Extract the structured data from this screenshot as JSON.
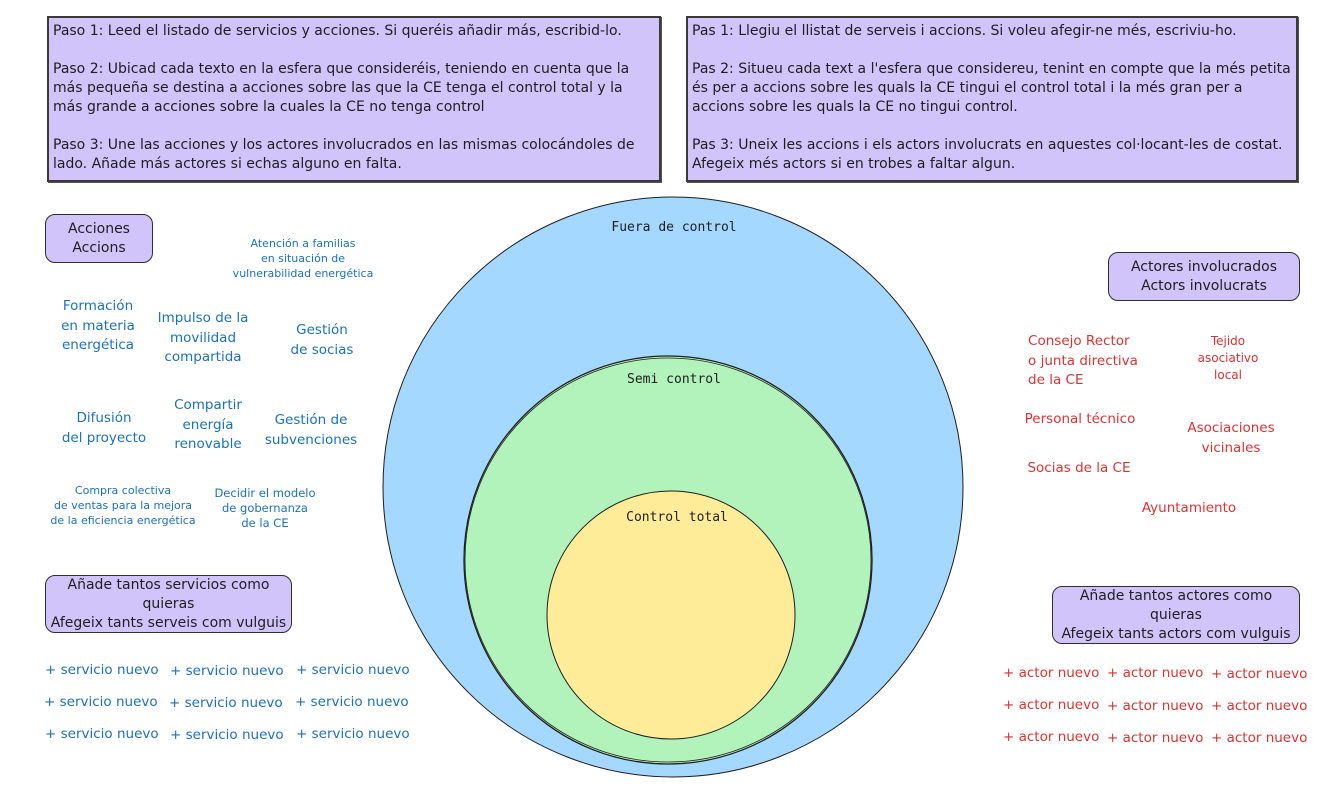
{
  "instructions": {
    "es": {
      "paso1": "Paso 1: Leed el listado de servicios y acciones. Si queréis añadir más, escribid-lo.",
      "paso2": "Paso 2: Ubicad cada texto en la esfera que consideréis, teniendo en cuenta que la más pequeña se destina a acciones sobre las que la CE tenga el control total y la más grande a acciones sobre la cuales la CE no tenga control",
      "paso3": "Paso 3: Une las acciones y los actores involucrados en las mismas colocándoles de lado. Añade más actores si echas alguno en falta."
    },
    "ca": {
      "pas1": "Pas 1: Llegiu el llistat de serveis i accions. Si voleu afegir-ne més, escriviu-ho.",
      "pas2": "Pas 2: Situeu cada text a l'esfera que considereu, tenint en compte que la més petita és per a accions sobre les quals la CE tingui el control total i la més gran per a accions sobre les quals la CE no tingui control.",
      "pas3": "Pas 3: Uneix les accions i els actors involucrats en aquestes col·locant-les de costat. Afegeix més actors si en trobes a faltar algun."
    }
  },
  "acciones_tag": {
    "line1": "Acciones",
    "line2": "Accions"
  },
  "actores_tag": {
    "line1": "Actores involucrados",
    "line2": "Actors involucrats"
  },
  "add_services_tag": {
    "line1": "Añade tantos servicios como quieras",
    "line2": "Afegeix tants serveis com vulguis"
  },
  "add_actors_tag": {
    "line1": "Añade tantos actores como quieras",
    "line2": "Afegeix tants actors com vulguis"
  },
  "actions": [
    {
      "lines": [
        "Atención a familias",
        "en situación de",
        "vulnerabilidad energética"
      ]
    },
    {
      "lines": [
        "Formación",
        "en materia",
        "energética"
      ]
    },
    {
      "lines": [
        "Impulso de la",
        "movilidad",
        "compartida"
      ]
    },
    {
      "lines": [
        "Gestión",
        "de socias"
      ]
    },
    {
      "lines": [
        "Difusión",
        "del proyecto"
      ]
    },
    {
      "lines": [
        "Compartir",
        "energía",
        "renovable"
      ]
    },
    {
      "lines": [
        "Gestión de",
        "subvenciones"
      ]
    },
    {
      "lines": [
        "Compra colectiva",
        "de ventas para la mejora",
        "de la eficiencia energética"
      ]
    },
    {
      "lines": [
        "Decidir el modelo",
        "de gobernanza",
        "de la CE"
      ]
    }
  ],
  "actors": [
    {
      "lines": [
        "Consejo Rector",
        "o junta directiva",
        "de la CE"
      ]
    },
    {
      "lines": [
        "Tejido",
        "asociativo",
        "local"
      ]
    },
    {
      "lines": [
        "Personal técnico"
      ]
    },
    {
      "lines": [
        "Asociaciones",
        "vicinales"
      ]
    },
    {
      "lines": [
        "Socias de la CE"
      ]
    },
    {
      "lines": [
        "Ayuntamiento"
      ]
    }
  ],
  "new_service_label": "+ servicio nuevo",
  "new_actor_label": "+ actor nuevo",
  "spheres": {
    "outer": {
      "label": "Fuera de control",
      "color": "#a5d8ff"
    },
    "middle": {
      "label": "Semi control",
      "color": "#b2f2bb"
    },
    "inner": {
      "label": "Control total",
      "color": "#ffec99"
    }
  },
  "colors": {
    "action_text": "#1971c2",
    "actor_text": "#e03131",
    "tag_fill": "#d0c4fb"
  }
}
